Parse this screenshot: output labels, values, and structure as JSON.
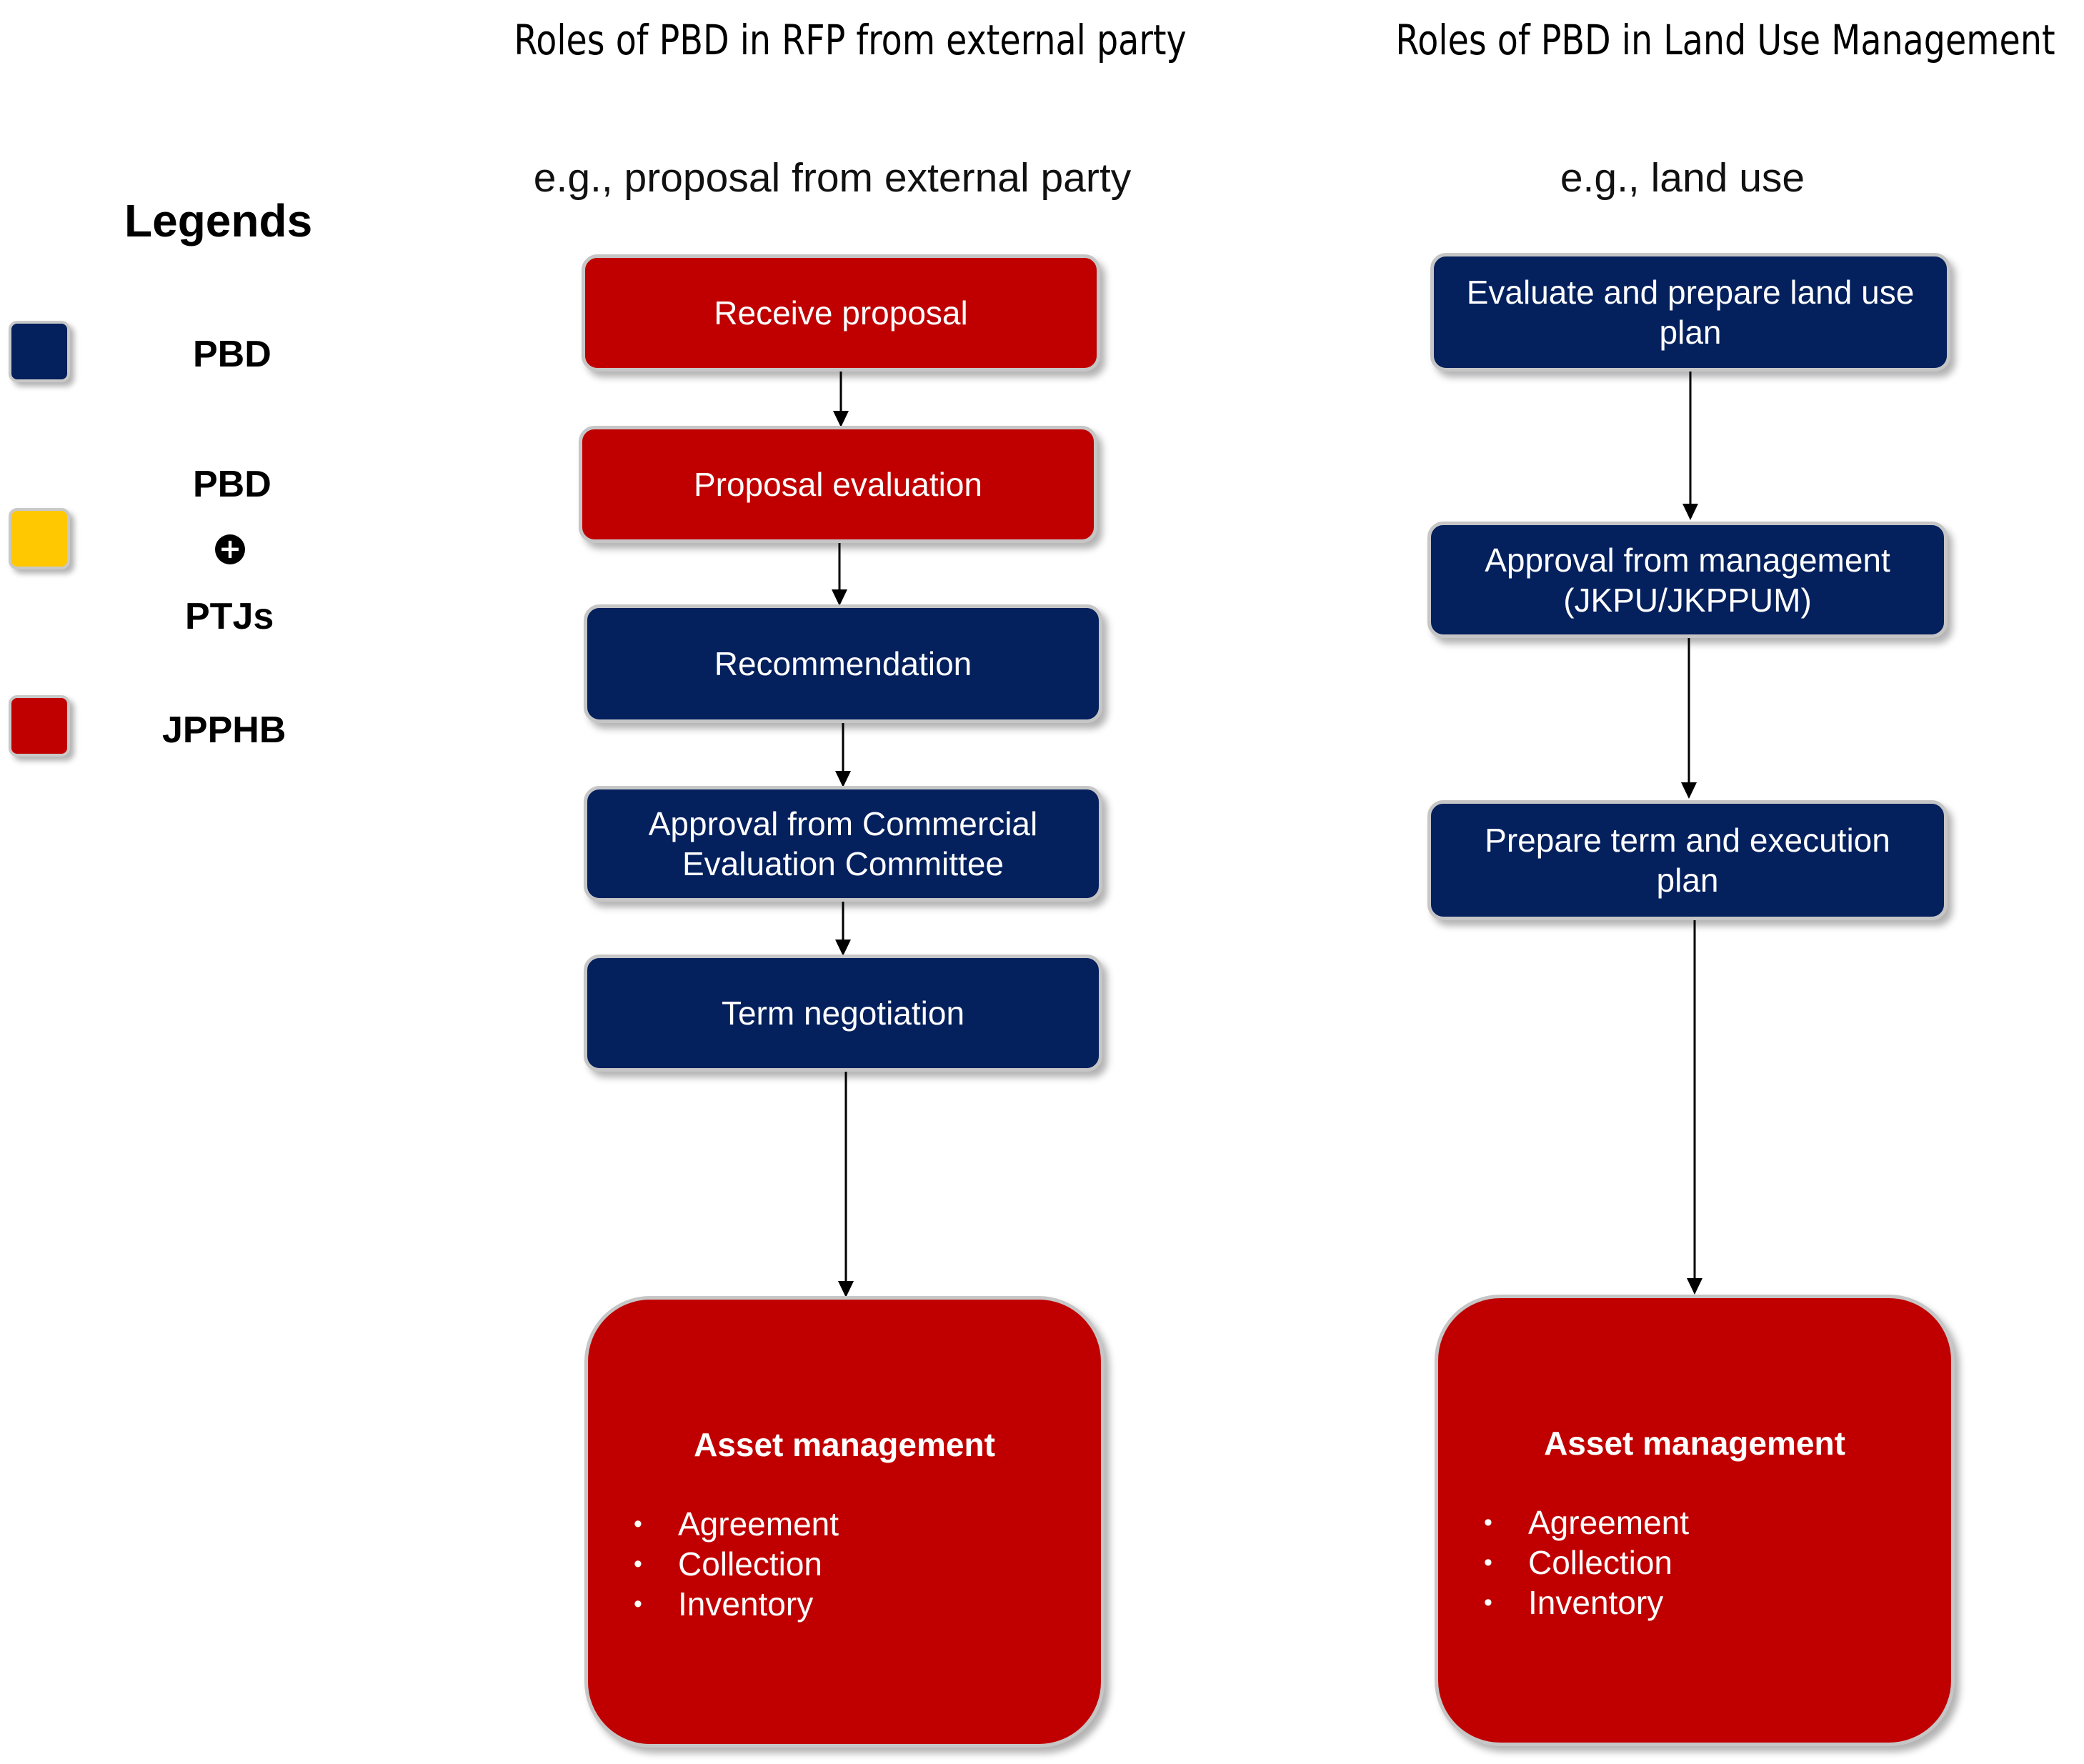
{
  "columns": {
    "rfp": {
      "title": "Roles of PBD in RFP from external party",
      "example": "e.g., proposal from external party",
      "steps": [
        "Receive proposal",
        "Proposal evaluation",
        "Recommendation",
        "Approval from Commercial Evaluation Committee",
        "Term negotiation"
      ],
      "asset": {
        "title": "Asset management",
        "items": [
          "Agreement",
          "Collection",
          "Inventory"
        ]
      }
    },
    "land": {
      "title": "Roles of PBD in Land Use Management",
      "example": "e.g., land use",
      "steps": [
        "Evaluate and prepare land use plan",
        "Approval from management (JKPU/JKPPUM)",
        "Prepare term and execution plan"
      ],
      "asset": {
        "title": "Asset management",
        "items": [
          "Agreement",
          "Collection",
          "Inventory"
        ]
      }
    }
  },
  "legend": {
    "title": "Legends",
    "entries": [
      {
        "label": "PBD",
        "color": "#04205d"
      },
      {
        "label_top": "PBD",
        "symbol": "+",
        "label_bottom": "PTJs",
        "color": "#ffc800"
      },
      {
        "label": "JPPHB",
        "color": "#c00000"
      }
    ]
  },
  "colors": {
    "navy": "#04205d",
    "red": "#c00000",
    "yellow": "#ffc800"
  }
}
